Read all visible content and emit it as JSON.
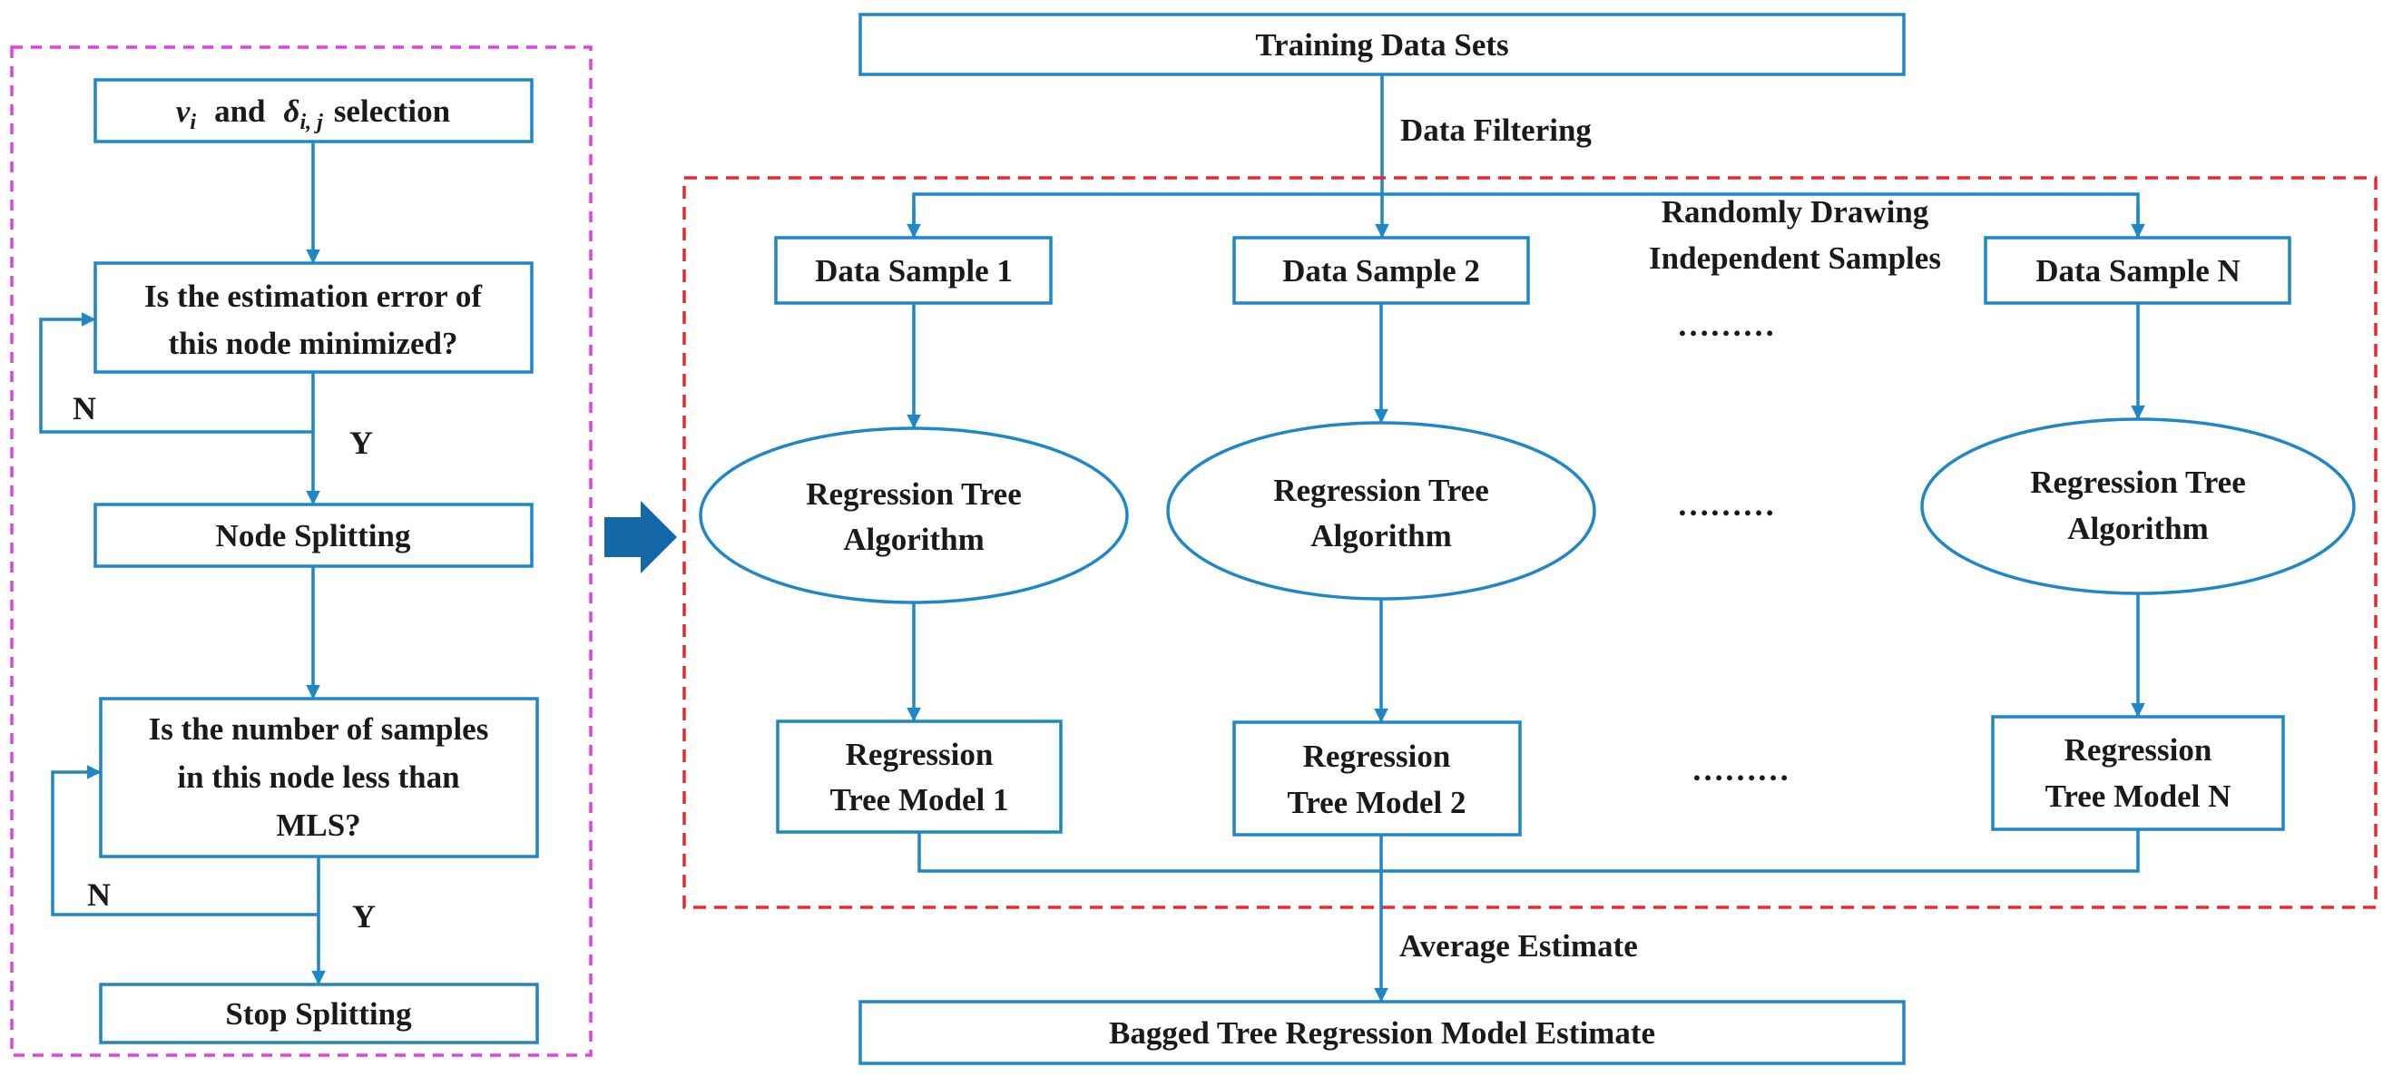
{
  "flowchart": {
    "selection_var1": "v",
    "selection_sub1": "i",
    "selection_and": "and",
    "selection_var2": "δ",
    "selection_sub2": "i, j",
    "selection_rest": "selection",
    "check_error_line1": "Is the estimation error of",
    "check_error_line2": "this node minimized?",
    "node_splitting": "Node Splitting",
    "check_samples_line1": "Is the number of samples",
    "check_samples_line2": "in this node less than",
    "check_samples_line3": "MLS?",
    "stop_splitting": "Stop Splitting",
    "no_label": "N",
    "yes_label": "Y"
  },
  "bagging": {
    "training_data": "Training Data Sets",
    "data_filtering": "Data Filtering",
    "random_draw_line1": "Randomly Drawing",
    "random_draw_line2": "Independent Samples",
    "samples": [
      "Data Sample 1",
      "Data Sample 2",
      "Data Sample N"
    ],
    "algorithm_line1": "Regression Tree",
    "algorithm_line2": "Algorithm",
    "model_line1": "Regression",
    "models_line2": [
      "Tree Model 1",
      "Tree Model 2",
      "Tree Model N"
    ],
    "ellipsis": "………",
    "average_estimate": "Average Estimate",
    "final_estimate": "Bagged Tree Regression Model Estimate"
  },
  "colors": {
    "flow_blue": "#1f87c8",
    "dashed_pink": "#e040e6",
    "dashed_red": "#e8282e",
    "big_arrow": "#1567a6"
  }
}
